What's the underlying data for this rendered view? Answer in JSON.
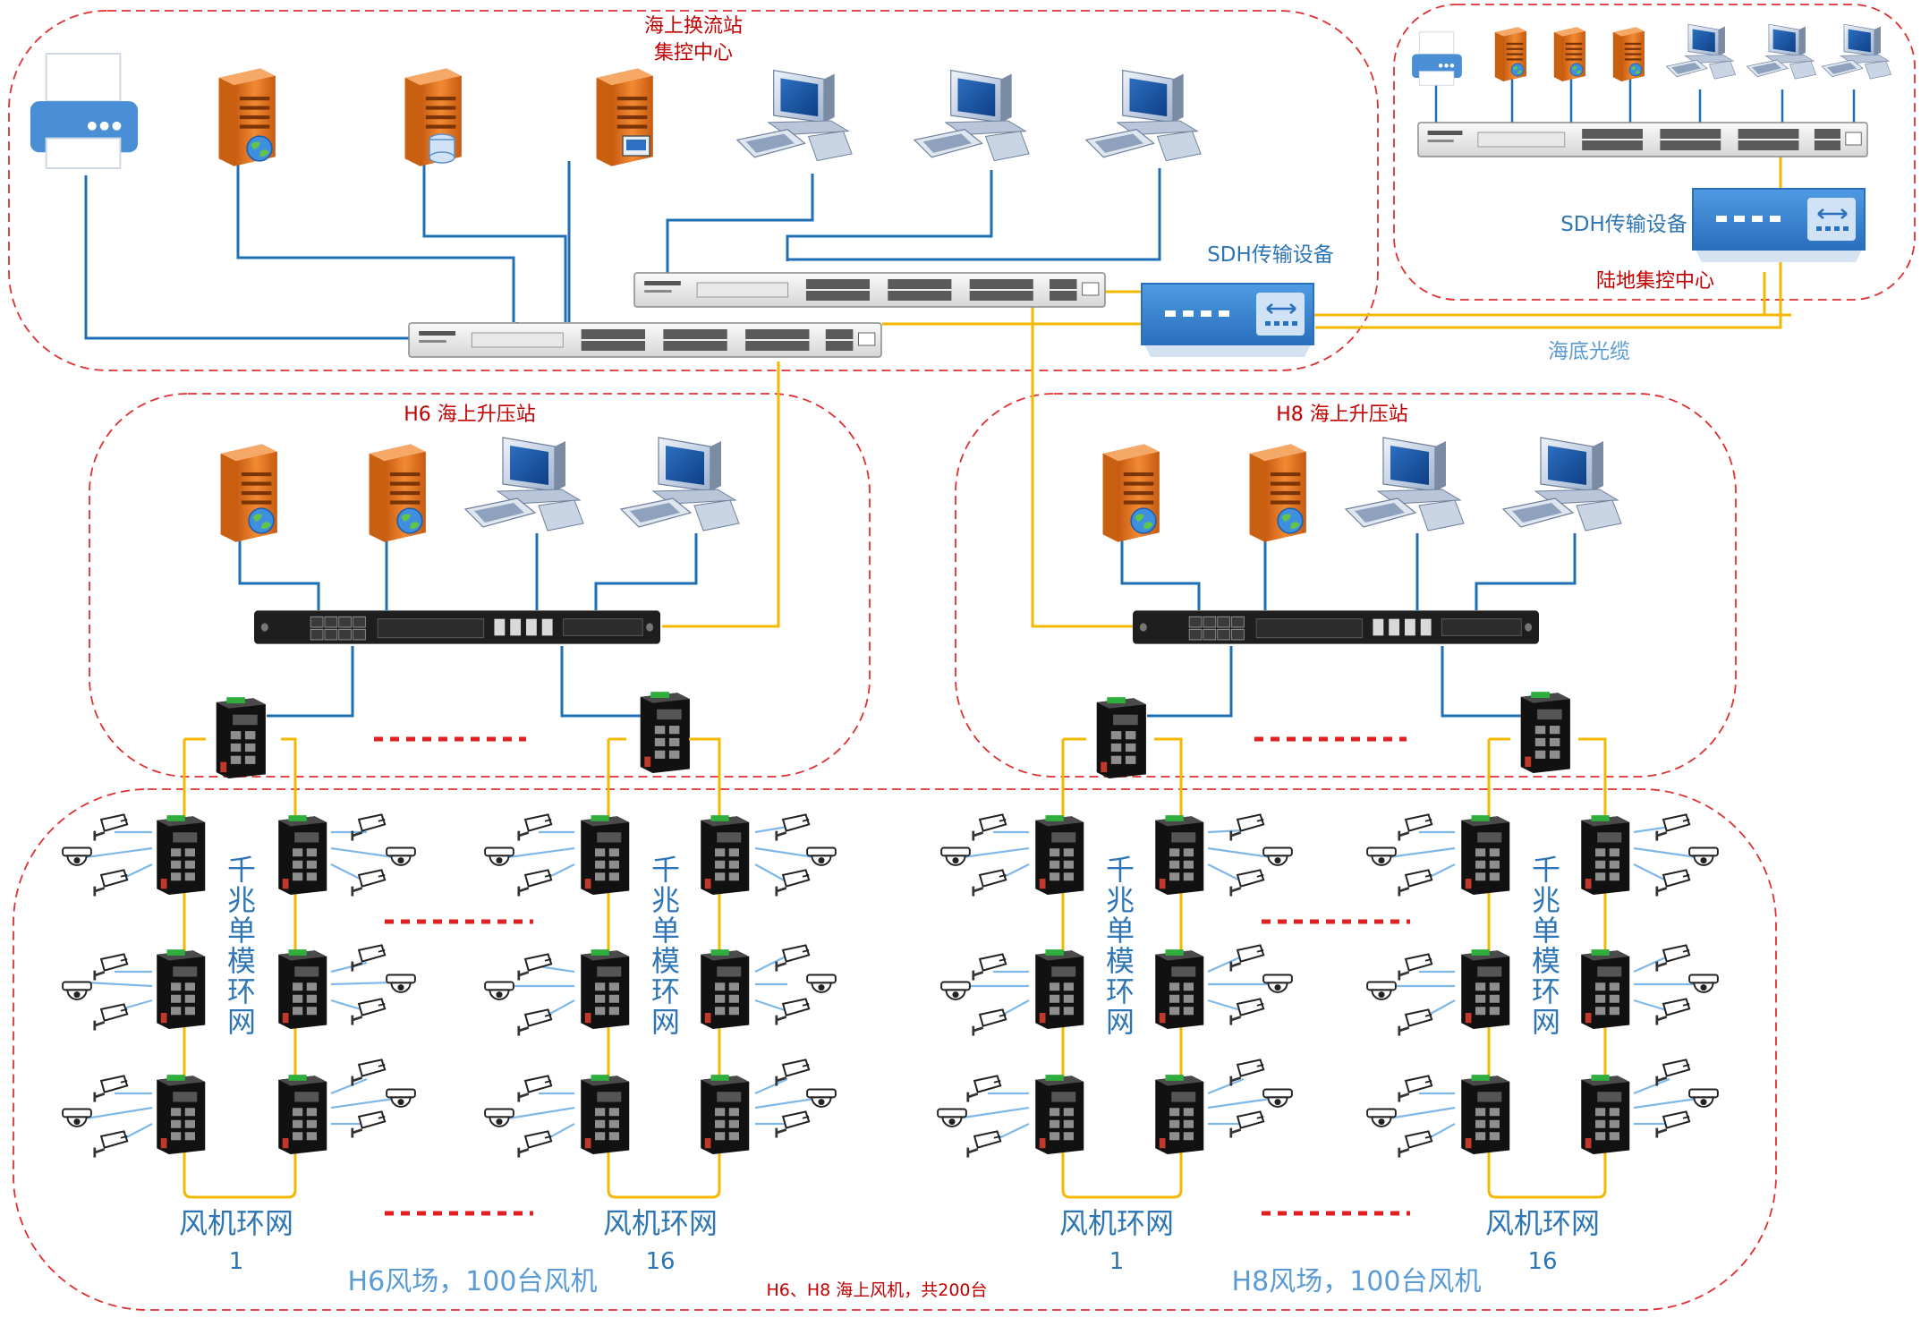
{
  "regions": {
    "converter_station_line1": "海上换流站",
    "converter_station_line2": "集控中心",
    "onshore_center": "陆地集控中心",
    "h6_substation": "H6 海上升压站",
    "h8_substation": "H8 海上升压站",
    "turbines_total": "H6、H8 海上风机，共200台"
  },
  "equipment": {
    "sdh_offshore": "SDH传输设备",
    "sdh_onshore": "SDH传输设备",
    "subsea_cable": "海底光缆"
  },
  "rings": {
    "gigabit_ring": "千兆单模环网",
    "turbine_ring_label": "风机环网",
    "h6_first": "1",
    "h6_last": "16",
    "h8_first": "1",
    "h8_last": "16"
  },
  "fields": {
    "h6": "H6风场，100台风机",
    "h8": "H8风场，100台风机"
  },
  "colors": {
    "region_border": "#e03030",
    "region_text": "#c00000",
    "copper_link": "#1f6fb5",
    "fiber_link": "#f5b800",
    "camera_link": "#7fb8e8",
    "server": "#e8701a",
    "sdh_box": "#3a86d4",
    "switch_dark": "#222222",
    "label_blue": "#2e75b6"
  },
  "icons": [
    "printer-icon",
    "server-icon",
    "workstation-icon",
    "rack-switch-icon",
    "industrial-switch-icon",
    "sdh-device-icon",
    "camera-icon",
    "dome-camera-icon"
  ]
}
